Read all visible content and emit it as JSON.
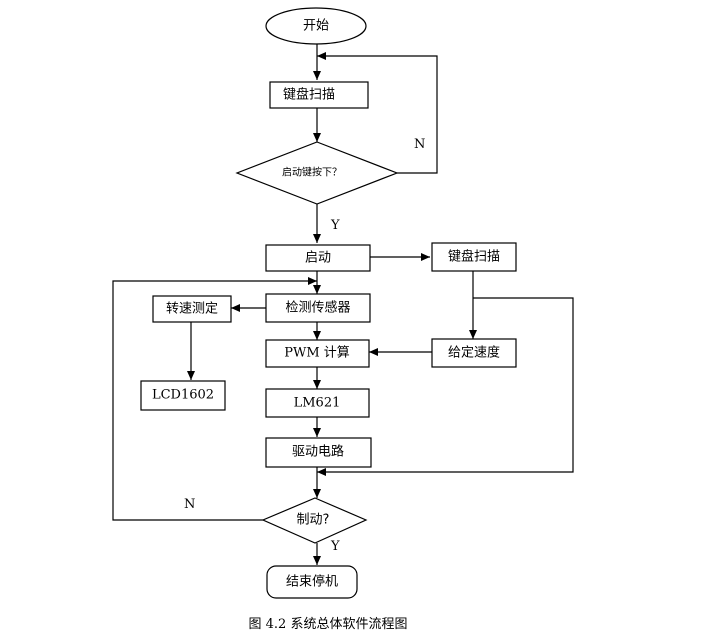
{
  "nodes": {
    "start": "开始",
    "scan1": "键盘扫描",
    "check_start": "启动键按下？",
    "launch": "启动",
    "scan2": "键盘扫描",
    "speed_measure": "转速测定",
    "detect_sensor": "检测传感器",
    "set_speed": "给定速度",
    "pwm_calc": "PWM 计算",
    "lcd": "LCD1602",
    "lm621": "LM621",
    "drive": "驱动电路",
    "brake": "制动?",
    "end": "结束停机"
  },
  "edge_labels": {
    "start_no": "N",
    "start_yes": "Y",
    "brake_no": "N",
    "brake_yes": "Y"
  },
  "caption": "图 4.2  系统总体软件流程图"
}
